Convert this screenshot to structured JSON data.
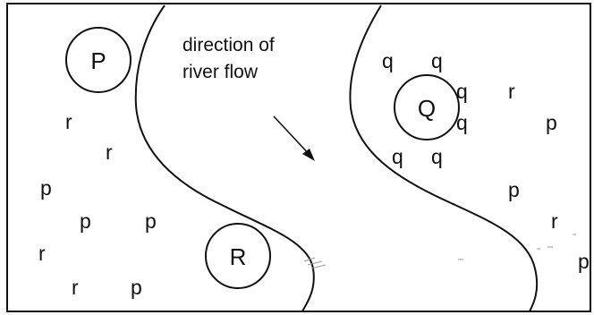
{
  "diagram": {
    "caption_line1": "direction of",
    "caption_line2": "river flow",
    "circles": {
      "p": "P",
      "q": "Q",
      "r": "R"
    },
    "letters_left": [
      "r",
      "r",
      "p",
      "p",
      "p",
      "r",
      "r",
      "p"
    ],
    "letters_q_cluster": [
      "q",
      "q",
      "q",
      "q",
      "q",
      "q"
    ],
    "letters_right": [
      "r",
      "p",
      "p",
      "r",
      "p"
    ]
  }
}
